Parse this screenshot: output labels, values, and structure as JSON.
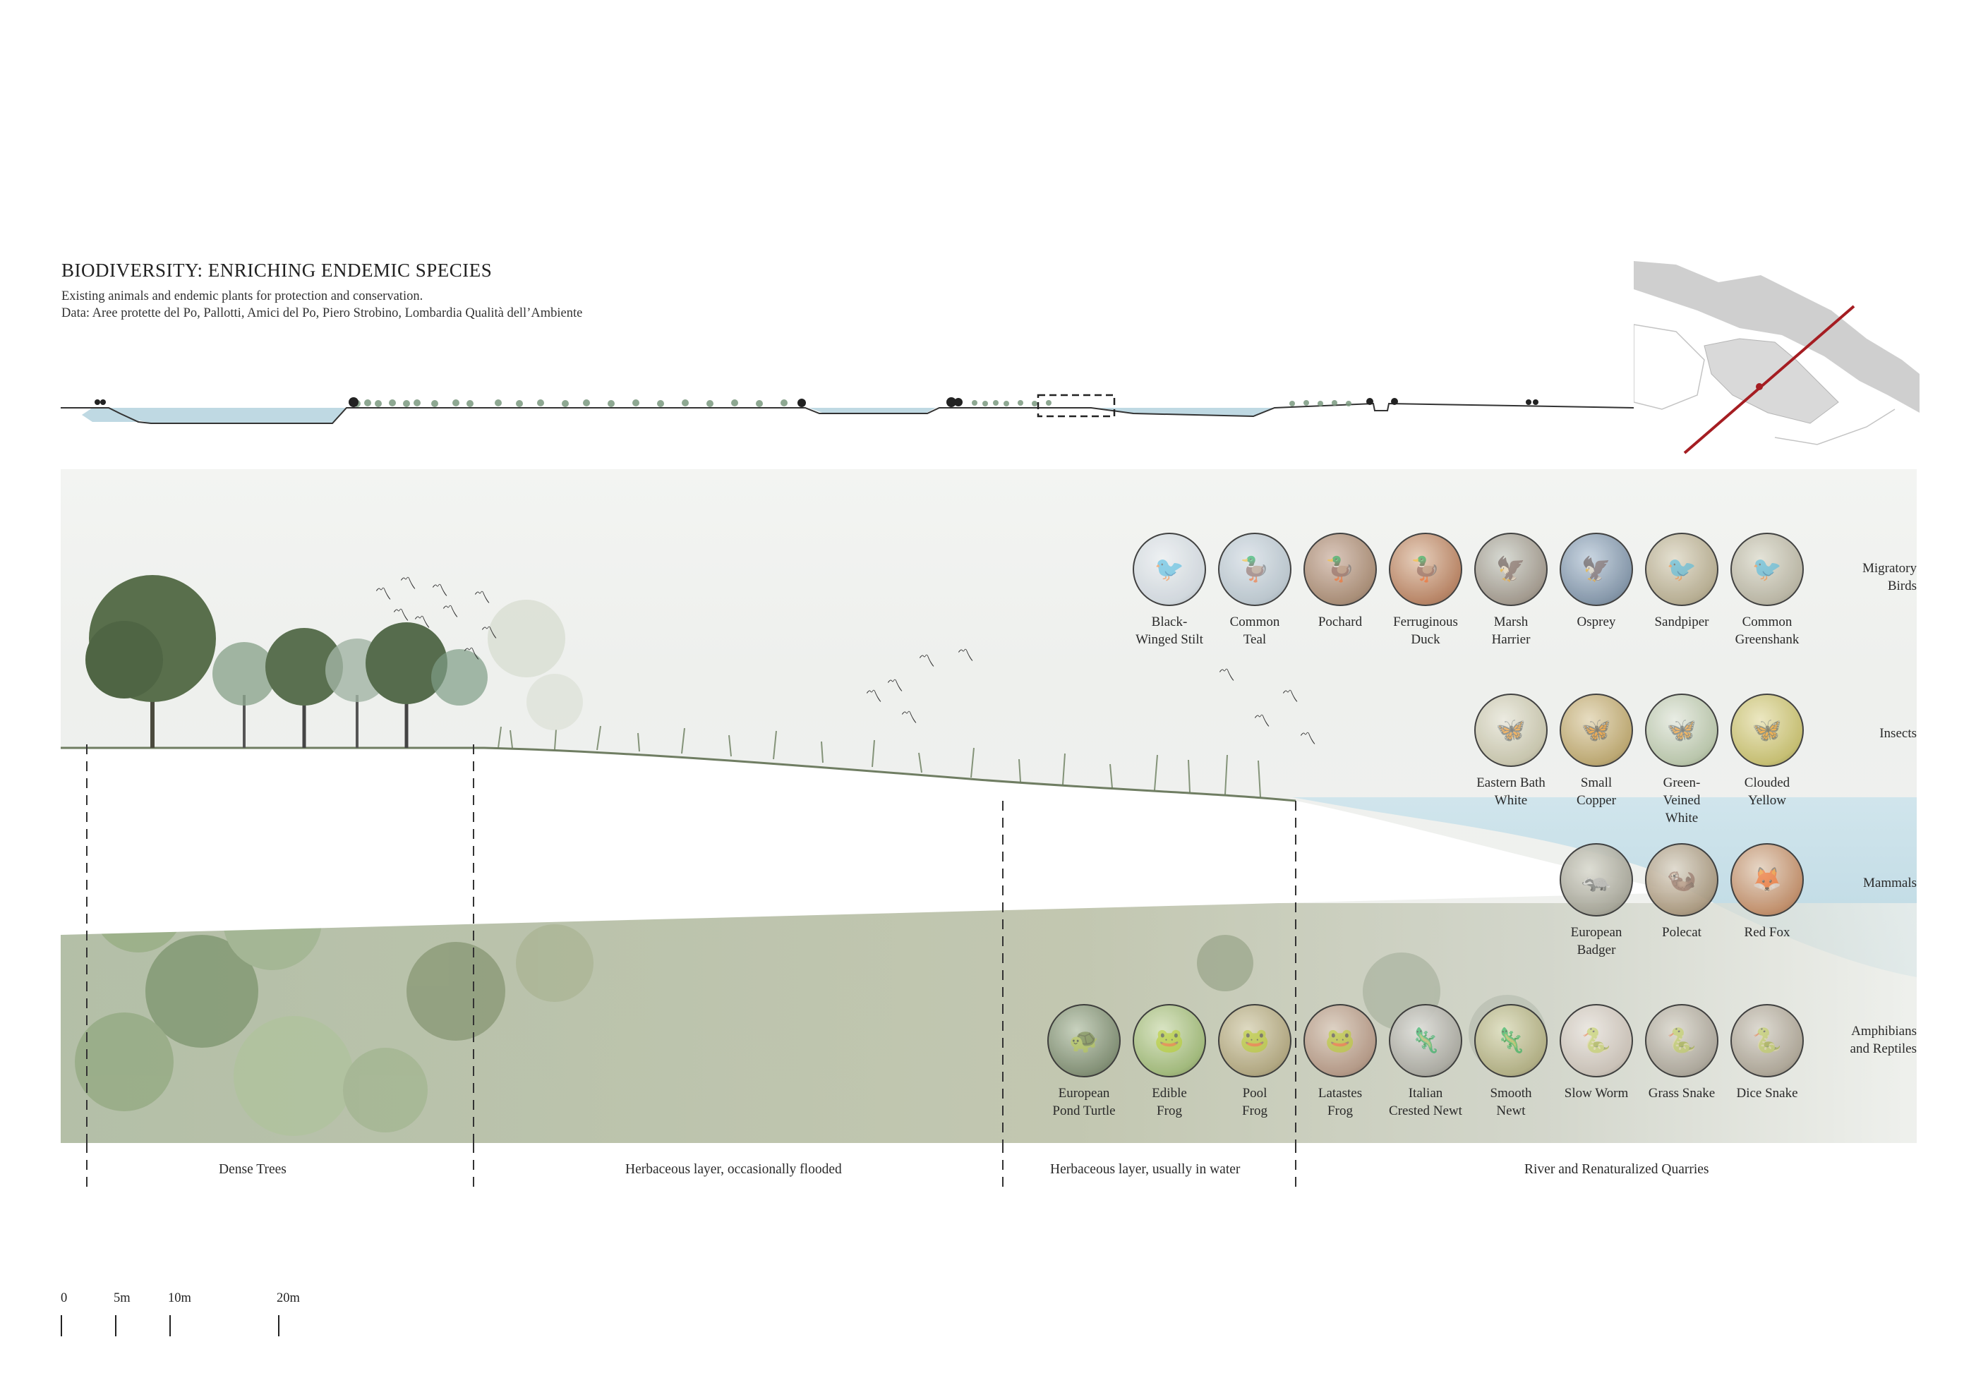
{
  "header": {
    "title": "BIODIVERSITY: ENRICHING ENDEMIC SPECIES",
    "subtitle": "Existing animals and endemic plants for protection and conservation.",
    "source": "Data: Aree protette del Po, Pallotti, Amici del Po, Piero Strobino, Lombardia Qualità dell’Ambiente"
  },
  "colors": {
    "water": "#bfd9e3",
    "section_cut": "#a51d22",
    "ink": "#2a2a2a"
  },
  "species_groups": [
    {
      "id": "migratory-birds",
      "label_lines": [
        "Migratory",
        "Birds"
      ],
      "species": [
        {
          "name_lines": [
            "Black-",
            "Winged Stilt"
          ],
          "icon": "bird-icon",
          "tint": [
            "#eef1f3",
            "#cfd6dc",
            "#9ca7ad"
          ]
        },
        {
          "name_lines": [
            "Common",
            "Teal"
          ],
          "icon": "duck-icon",
          "tint": [
            "#dfe6ec",
            "#b7c3cb",
            "#8796a0"
          ]
        },
        {
          "name_lines": [
            "Pochard"
          ],
          "icon": "duck-icon",
          "tint": [
            "#d9c4b8",
            "#a4876f",
            "#6d5a4e"
          ]
        },
        {
          "name_lines": [
            "Ferruginous",
            "Duck"
          ],
          "icon": "duck-icon",
          "tint": [
            "#e6cdb9",
            "#b47d5c",
            "#7a5947"
          ]
        },
        {
          "name_lines": [
            "Marsh",
            "Harrier"
          ],
          "icon": "raptor-icon",
          "tint": [
            "#d6d9d2",
            "#9d9488",
            "#6b6256"
          ]
        },
        {
          "name_lines": [
            "Osprey"
          ],
          "icon": "raptor-icon",
          "tint": [
            "#c8d5e2",
            "#7d90a4",
            "#4f5e6c"
          ]
        },
        {
          "name_lines": [
            "Sandpiper"
          ],
          "icon": "bird-icon",
          "tint": [
            "#e4dfcf",
            "#b3a98c",
            "#80785f"
          ]
        },
        {
          "name_lines": [
            "Common",
            "Greenshank"
          ],
          "icon": "bird-icon",
          "tint": [
            "#e3e2d6",
            "#b6b2a0",
            "#858270"
          ]
        }
      ]
    },
    {
      "id": "insects",
      "label_lines": [
        "Insects"
      ],
      "species": [
        {
          "name_lines": [
            "Eastern Bath",
            "White"
          ],
          "icon": "butterfly-icon",
          "tint": [
            "#ecebe0",
            "#c5c2a9",
            "#8f8c75"
          ]
        },
        {
          "name_lines": [
            "Small",
            "Copper"
          ],
          "icon": "butterfly-icon",
          "tint": [
            "#e7dcbf",
            "#b9a36a",
            "#7d6c45"
          ]
        },
        {
          "name_lines": [
            "Green-",
            "Veined",
            "White"
          ],
          "icon": "butterfly-icon",
          "tint": [
            "#e9ede4",
            "#b5c2a6",
            "#7a8a6a"
          ]
        },
        {
          "name_lines": [
            "Clouded",
            "Yellow"
          ],
          "icon": "butterfly-icon",
          "tint": [
            "#ece7bf",
            "#c3bb6a",
            "#86803f"
          ]
        }
      ]
    },
    {
      "id": "mammals",
      "label_lines": [
        "Mammals"
      ],
      "species": [
        {
          "name_lines": [
            "European",
            "Badger"
          ],
          "icon": "badger-icon",
          "tint": [
            "#dcdcd2",
            "#a4a396",
            "#6e6d62"
          ]
        },
        {
          "name_lines": [
            "Polecat"
          ],
          "icon": "polecat-icon",
          "tint": [
            "#e3dccf",
            "#a8967c",
            "#6f6150"
          ]
        },
        {
          "name_lines": [
            "Red Fox"
          ],
          "icon": "fox-icon",
          "tint": [
            "#ead7c5",
            "#c08a64",
            "#845b40"
          ]
        }
      ]
    },
    {
      "id": "amphibians-reptiles",
      "label_lines": [
        "Amphibians",
        "and Reptiles"
      ],
      "species": [
        {
          "name_lines": [
            "European",
            "Pond Turtle"
          ],
          "icon": "turtle-icon",
          "tint": [
            "#c9d3c0",
            "#7f8d73",
            "#515c48"
          ]
        },
        {
          "name_lines": [
            "Edible",
            "Frog"
          ],
          "icon": "frog-icon",
          "tint": [
            "#dce7c6",
            "#9fb878",
            "#66784b"
          ]
        },
        {
          "name_lines": [
            "Pool",
            "Frog"
          ],
          "icon": "frog-icon",
          "tint": [
            "#e1dcc4",
            "#b0a57e",
            "#7a704f"
          ]
        },
        {
          "name_lines": [
            "Latastes",
            "Frog"
          ],
          "icon": "frog-icon",
          "tint": [
            "#e0d3c6",
            "#b39684",
            "#7a6355"
          ]
        },
        {
          "name_lines": [
            "Italian",
            "Crested Newt"
          ],
          "icon": "newt-icon",
          "tint": [
            "#e2e2de",
            "#a9a8a0",
            "#6f6e68"
          ]
        },
        {
          "name_lines": [
            "Smooth",
            "Newt"
          ],
          "icon": "newt-icon",
          "tint": [
            "#e4e4c8",
            "#b1ae82",
            "#767352"
          ]
        },
        {
          "name_lines": [
            "Slow Worm"
          ],
          "icon": "snake-icon",
          "tint": [
            "#eeeae5",
            "#c9c0b6",
            "#948a80"
          ]
        },
        {
          "name_lines": [
            "Grass Snake"
          ],
          "icon": "snake-icon",
          "tint": [
            "#e0ddd4",
            "#aaa498",
            "#767064"
          ]
        },
        {
          "name_lines": [
            "Dice Snake"
          ],
          "icon": "snake-icon",
          "tint": [
            "#dedad2",
            "#aaa293",
            "#736b5e"
          ]
        }
      ]
    }
  ],
  "zones": [
    {
      "label": "Dense Trees"
    },
    {
      "label": "Herbaceous layer, occasionally flooded"
    },
    {
      "label": "Herbaceous layer, usually in water"
    },
    {
      "label": "River and Renaturalized Quarries"
    }
  ],
  "scale_bar": {
    "labels": [
      "0",
      "5m",
      "10m",
      "20m"
    ]
  }
}
